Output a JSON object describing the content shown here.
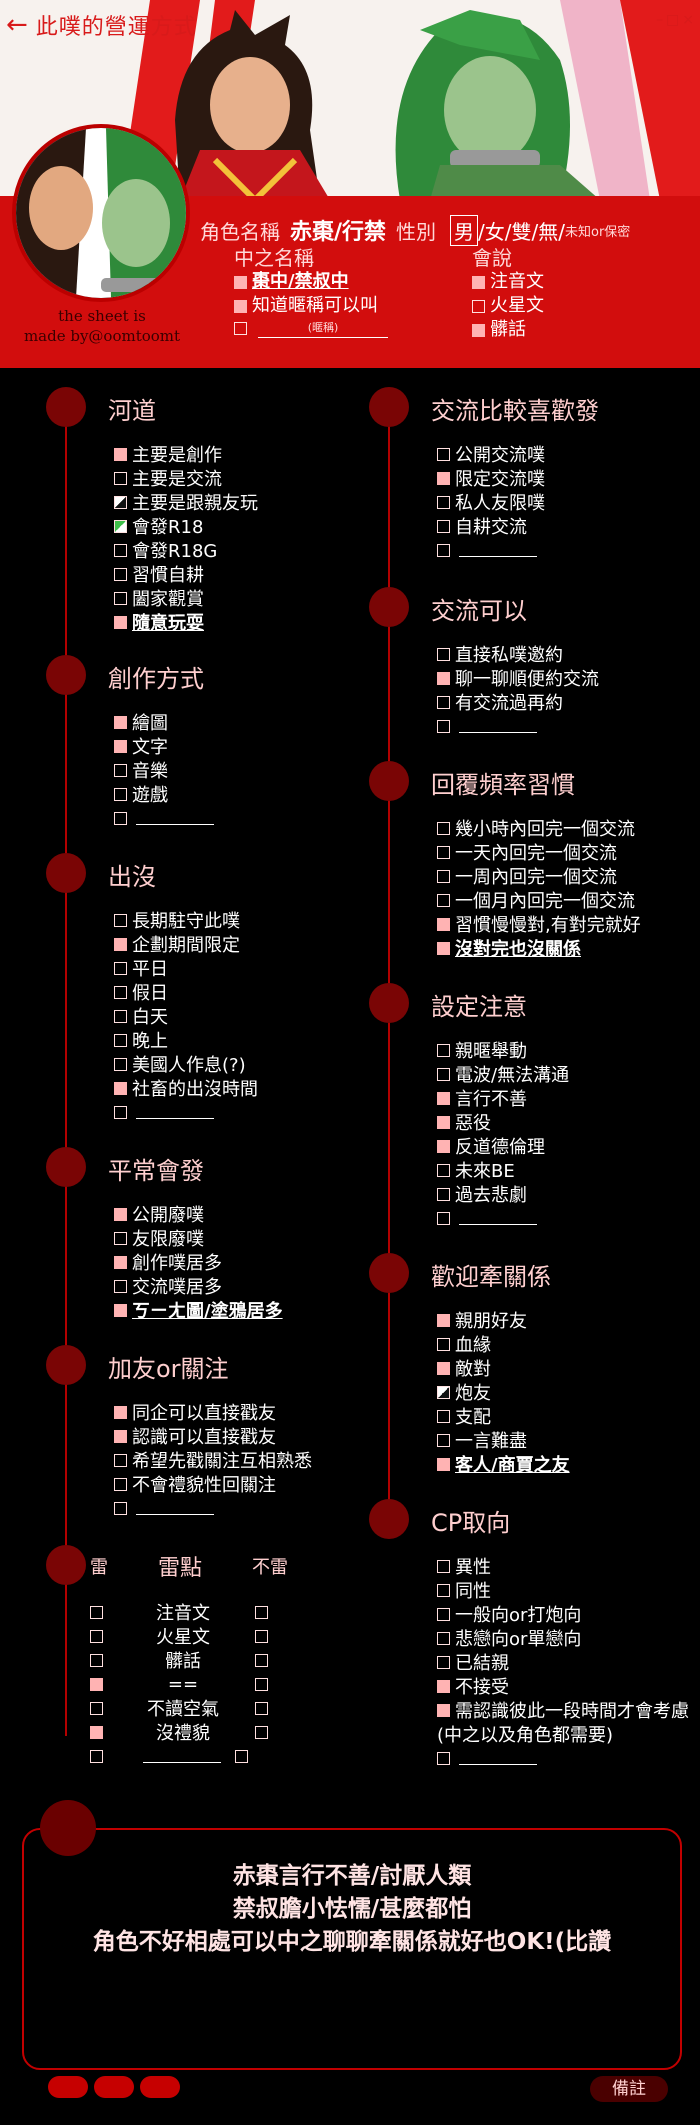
{
  "header": {
    "title": "此噗的營運方式",
    "credit": [
      "the sheet is",
      "made by@oomtoomt"
    ],
    "name_label": "角色名稱",
    "name_value": "赤棗/行禁",
    "gender_label": "性別",
    "gender_selected": "男",
    "gender_options": "/女/雙/無/",
    "gender_unknown": "未知or保密",
    "cv_label": "中之名稱",
    "cv_items": [
      {
        "text": "棗中/禁叔中",
        "state": "filled",
        "bold": true
      },
      {
        "text": "知道暱稱可以叫",
        "state": "filled",
        "bold": false
      }
    ],
    "cv_blank_hint": "(暱稱)",
    "lang_label": "會說",
    "lang_items": [
      {
        "text": "注音文",
        "state": "filled"
      },
      {
        "text": "火星文",
        "state": "empty"
      },
      {
        "text": "髒話",
        "state": "filled"
      }
    ]
  },
  "sections": {
    "river": {
      "label": "河道",
      "items": [
        {
          "text": "主要是創作",
          "state": "filled"
        },
        {
          "text": "主要是交流",
          "state": "empty"
        },
        {
          "text": "主要是跟親友玩",
          "state": "half"
        },
        {
          "text": "會發R18",
          "state": "green"
        },
        {
          "text": "會發R18G",
          "state": "empty"
        },
        {
          "text": "習慣自耕",
          "state": "empty"
        },
        {
          "text": "闔家觀賞",
          "state": "empty"
        },
        {
          "text": "隨意玩耍",
          "state": "filled",
          "bold": true
        }
      ]
    },
    "create": {
      "label": "創作方式",
      "items": [
        {
          "text": "繪圖",
          "state": "filled"
        },
        {
          "text": "文字",
          "state": "filled"
        },
        {
          "text": "音樂",
          "state": "empty"
        },
        {
          "text": "遊戲",
          "state": "empty"
        },
        {
          "text": "",
          "state": "empty",
          "blank": true
        }
      ]
    },
    "appear": {
      "label": "出沒",
      "items": [
        {
          "text": "長期駐守此噗",
          "state": "empty"
        },
        {
          "text": "企劃期間限定",
          "state": "filled"
        },
        {
          "text": "平日",
          "state": "empty"
        },
        {
          "text": "假日",
          "state": "empty"
        },
        {
          "text": "白天",
          "state": "empty"
        },
        {
          "text": "晚上",
          "state": "empty"
        },
        {
          "text": "美國人作息(?)",
          "state": "empty"
        },
        {
          "text": "社畜的出沒時間",
          "state": "filled"
        },
        {
          "text": "",
          "state": "empty",
          "blank": true
        }
      ]
    },
    "usual": {
      "label": "平常會發",
      "items": [
        {
          "text": "公開廢噗",
          "state": "filled"
        },
        {
          "text": "友限廢噗",
          "state": "empty"
        },
        {
          "text": "創作噗居多",
          "state": "filled"
        },
        {
          "text": "交流噗居多",
          "state": "empty"
        },
        {
          "text": "ㄎㄧㄤ圖/塗鴉居多",
          "state": "filled",
          "bold": true
        }
      ]
    },
    "friend": {
      "label": "加友or關注",
      "items": [
        {
          "text": "同企可以直接戳友",
          "state": "filled"
        },
        {
          "text": "認識可以直接戳友",
          "state": "filled"
        },
        {
          "text": "希望先戳關注互相熟悉",
          "state": "empty"
        },
        {
          "text": "不會禮貌性回關注",
          "state": "empty"
        },
        {
          "text": "",
          "state": "empty",
          "blank": true
        }
      ]
    },
    "exch_like": {
      "label": "交流比較喜歡發",
      "items": [
        {
          "text": "公開交流噗",
          "state": "empty"
        },
        {
          "text": "限定交流噗",
          "state": "filled"
        },
        {
          "text": "私人友限噗",
          "state": "empty"
        },
        {
          "text": "自耕交流",
          "state": "empty"
        },
        {
          "text": "",
          "state": "empty",
          "blank": true
        }
      ]
    },
    "exch_can": {
      "label": "交流可以",
      "items": [
        {
          "text": "直接私噗邀約",
          "state": "empty"
        },
        {
          "text": "聊一聊順便約交流",
          "state": "filled"
        },
        {
          "text": "有交流過再約",
          "state": "empty"
        },
        {
          "text": "",
          "state": "empty",
          "blank": true
        }
      ]
    },
    "reply": {
      "label": "回覆頻率習慣",
      "items": [
        {
          "text": "幾小時內回完一個交流",
          "state": "empty"
        },
        {
          "text": "一天內回完一個交流",
          "state": "empty"
        },
        {
          "text": "一周內回完一個交流",
          "state": "empty"
        },
        {
          "text": "一個月內回完一個交流",
          "state": "empty"
        },
        {
          "text": "習慣慢慢對,有對完就好",
          "state": "filled"
        },
        {
          "text": "沒對完也沒關係",
          "state": "filled",
          "bold": true
        }
      ]
    },
    "setting": {
      "label": "設定注意",
      "items": [
        {
          "text": "親暱舉動",
          "state": "empty"
        },
        {
          "text": "電波/無法溝通",
          "state": "empty"
        },
        {
          "text": "言行不善",
          "state": "filled"
        },
        {
          "text": "惡役",
          "state": "filled"
        },
        {
          "text": "反道德倫理",
          "state": "filled"
        },
        {
          "text": "未來BE",
          "state": "empty"
        },
        {
          "text": "過去悲劇",
          "state": "empty"
        },
        {
          "text": "",
          "state": "empty",
          "blank": true
        }
      ]
    },
    "relation": {
      "label": "歡迎牽關係",
      "items": [
        {
          "text": "親朋好友",
          "state": "filled"
        },
        {
          "text": "血緣",
          "state": "empty"
        },
        {
          "text": "敵對",
          "state": "filled"
        },
        {
          "text": "炮友",
          "state": "half"
        },
        {
          "text": "支配",
          "state": "empty"
        },
        {
          "text": "一言難盡",
          "state": "empty"
        },
        {
          "text": "客人/商賈之友",
          "state": "filled",
          "bold": true
        }
      ]
    },
    "cp": {
      "label": "CP取向",
      "items": [
        {
          "text": "異性",
          "state": "empty"
        },
        {
          "text": "同性",
          "state": "empty"
        },
        {
          "text": "一般向or打炮向",
          "state": "empty"
        },
        {
          "text": "悲戀向or單戀向",
          "state": "empty"
        },
        {
          "text": "已結親",
          "state": "empty"
        },
        {
          "text": "不接受",
          "state": "filled"
        },
        {
          "text": "需認識彼此一段時間才會考慮",
          "state": "filled"
        },
        {
          "text": "(中之以及角色都需要)",
          "state": "none"
        },
        {
          "text": "",
          "state": "empty",
          "blank": true
        }
      ]
    }
  },
  "mine": {
    "label_left": "雷",
    "label_mid": "雷點",
    "label_right": "不雷",
    "rows": [
      {
        "text": "注音文",
        "left": "empty",
        "right": "empty"
      },
      {
        "text": "火星文",
        "left": "empty",
        "right": "empty"
      },
      {
        "text": "髒話",
        "left": "empty",
        "right": "empty"
      },
      {
        "text": "==",
        "left": "filled",
        "right": "empty"
      },
      {
        "text": "不讀空氣",
        "left": "empty",
        "right": "empty"
      },
      {
        "text": "沒禮貌",
        "left": "filled",
        "right": "empty"
      },
      {
        "text": "",
        "left": "empty",
        "right": "empty",
        "blank": true
      }
    ]
  },
  "note": {
    "lines": [
      "赤棗言行不善/討厭人類",
      "禁叔膽小怯懦/甚麼都怕",
      "角色不好相處可以中之聊聊牽關係就好也OK!(比讚"
    ],
    "remark": "備註"
  },
  "colors": {
    "accent": "#d20d0d",
    "dot": "#7a0505",
    "box_fill": "#ffb3b3"
  }
}
